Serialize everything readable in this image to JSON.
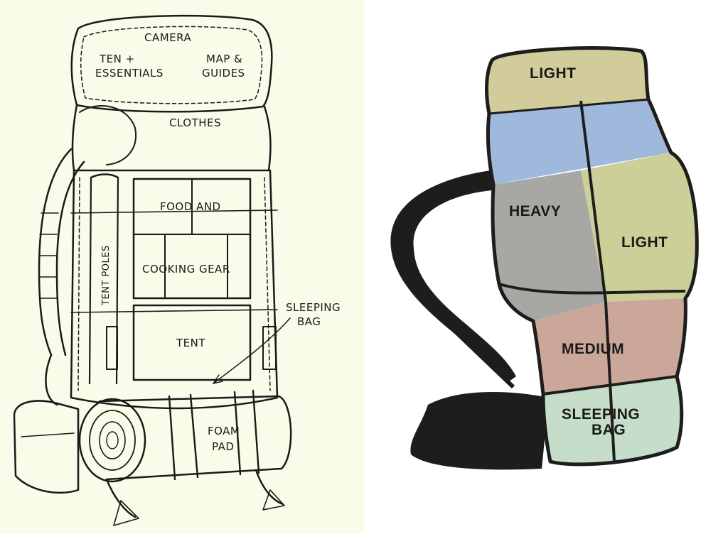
{
  "sketch": {
    "labels": {
      "camera": "CAMERA",
      "ten_line1": "TEN +",
      "ten_line2": "ESSENTIALS",
      "map_line1": "MAP &",
      "map_line2": "GUIDES",
      "clothes": "CLOTHES",
      "food": "FOOD AND",
      "cooking": "COOKING GEAR",
      "tent": "TENT",
      "tent_poles": "TENT POLES",
      "sleeping_line1": "SLEEPING",
      "sleeping_line2": "BAG",
      "foam_line1": "FOAM",
      "foam_line2": "PAD"
    }
  },
  "zones": {
    "labels": {
      "top": "LIGHT",
      "heavy": "HEAVY",
      "light_side": "LIGHT",
      "medium": "MEDIUM",
      "sleeping_line1": "SLEEPING",
      "sleeping_line2": "BAG"
    },
    "colors": {
      "light_top": "#d2cc9a",
      "blue_band": "#9fb9dc",
      "heavy": "#a7a7a3",
      "light_side": "#cdcf98",
      "medium": "#cba79a",
      "sleeping_bag": "#c6ddc9",
      "frame": "#1d1d1d"
    }
  }
}
